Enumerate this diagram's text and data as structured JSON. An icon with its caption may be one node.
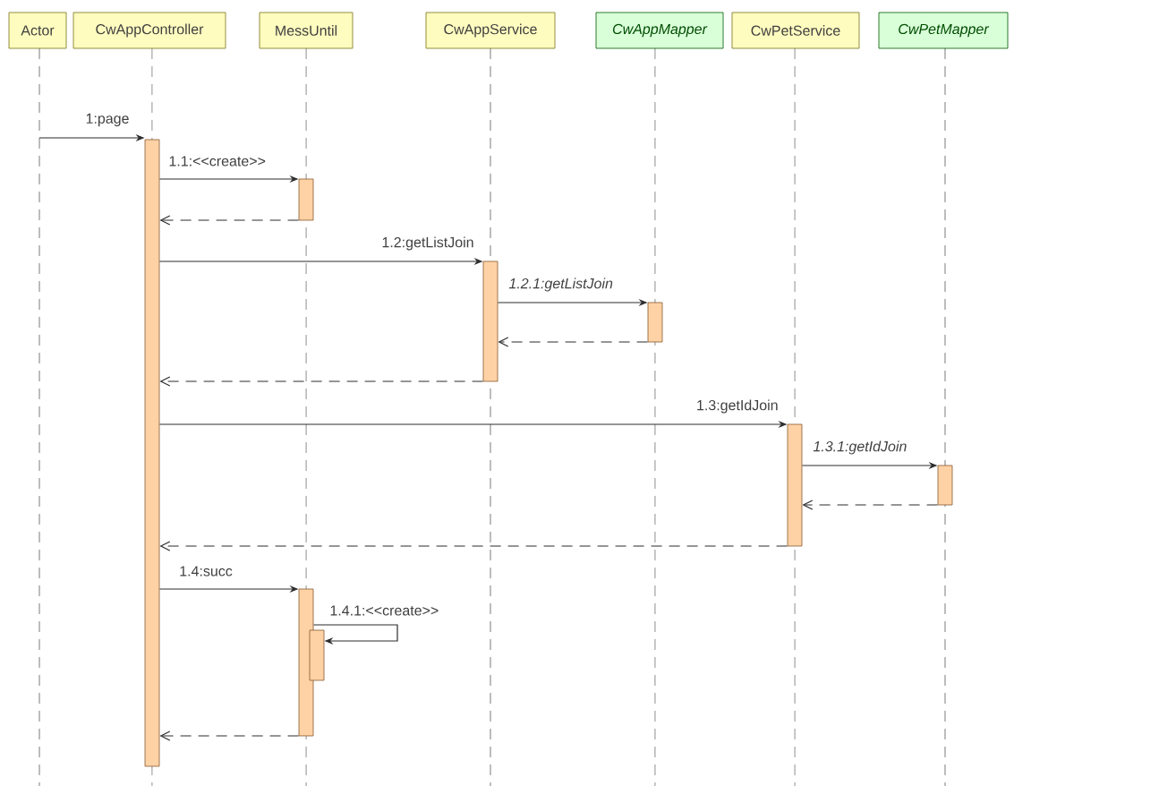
{
  "diagram": {
    "nodes": [
      {
        "text": [
          "Actor"
        ]
      },
      {
        "text": [
          "CwAppController"
        ]
      },
      {
        "text": [
          "MessUntil"
        ]
      },
      {
        "text": [
          "CwAppService"
        ]
      },
      {
        "text": [
          "CwAppMapper"
        ]
      },
      {
        "text": [
          "CwPetService"
        ]
      },
      {
        "text": [
          "CwPetMapper"
        ]
      },
      {
        "text": [],
        "shape": "bar"
      },
      {
        "text": [],
        "shape": "bar"
      },
      {
        "text": [],
        "shape": "bar"
      },
      {
        "text": [],
        "shape": "bar"
      },
      {
        "text": [],
        "shape": "bar"
      },
      {
        "text": [],
        "shape": "bar"
      },
      {
        "text": [],
        "shape": "bar"
      },
      {
        "text": [],
        "shape": "bar"
      }
    ],
    "edges": [
      {
        "from": 0,
        "to": 7,
        "arrow": "to",
        "label": "1:page"
      },
      {
        "from": 7,
        "to": 8,
        "arrow": "to",
        "label": "1.1:<<create>>"
      },
      {
        "from": 8,
        "to": 7,
        "arrow": "to",
        "style": "dashed"
      },
      {
        "from": 7,
        "to": 9,
        "arrow": "to",
        "label": "1.2:getListJoin"
      },
      {
        "from": 9,
        "to": 10,
        "arrow": "to",
        "label": "1.2.1:getListJoin"
      },
      {
        "from": 10,
        "to": 9,
        "arrow": "to",
        "style": "dashed"
      },
      {
        "from": 9,
        "to": 7,
        "arrow": "to",
        "style": "dashed"
      },
      {
        "from": 7,
        "to": 11,
        "arrow": "to",
        "label": "1.3:getIdJoin"
      },
      {
        "from": 11,
        "to": 12,
        "arrow": "to",
        "label": "1.3.1:getIdJoin"
      },
      {
        "from": 12,
        "to": 11,
        "arrow": "to",
        "style": "dashed"
      },
      {
        "from": 11,
        "to": 7,
        "arrow": "to",
        "style": "dashed"
      },
      {
        "from": 7,
        "to": 13,
        "arrow": "to",
        "label": "1.4:succ"
      },
      {
        "from": 13,
        "to": 14,
        "arrow": "to",
        "label": "1.4.1:<<create>>"
      },
      {
        "from": 13,
        "to": 7,
        "arrow": "to",
        "style": "dashed"
      }
    ]
  }
}
